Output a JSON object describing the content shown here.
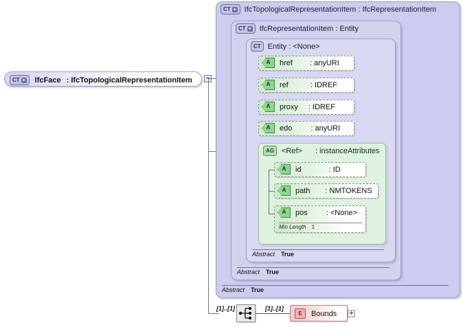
{
  "diagram": {
    "kind": "xsd-schema-diagram",
    "colors": {
      "container_fill": "#ccccee",
      "container_border": "#9d9dc6",
      "attribute_fill": "#cdebcd",
      "attribute_border": "#8a8a8a",
      "group_fill": "#dff1df",
      "element_fill": "#f4c9c9",
      "facet_value": "#d03a1a",
      "connector": "#6f6f96"
    }
  },
  "root_node": {
    "badge": "CT",
    "badge_icon": "plus",
    "name": "IfcFace",
    "type": ": IfcTopologicalRepresentationItem",
    "expander": "−"
  },
  "containers": {
    "outer": {
      "badge": "CT",
      "badge_icon": "plus",
      "title": "IfcTopologicalRepresentationItem : IfcRepresentationItem",
      "abstract_label": "Abstract",
      "abstract_value": "True"
    },
    "middle": {
      "badge": "CT",
      "badge_icon": "plus",
      "title": "IfcRepresentationItem : Entity",
      "abstract_label": "Abstract",
      "abstract_value": "True"
    },
    "inner": {
      "badge": "CT",
      "badge_icon": "none",
      "title": "Entity      : <None>",
      "abstract_label": "Abstract",
      "abstract_value": "True"
    }
  },
  "attributes": [
    {
      "badge": "A",
      "name": "href",
      "type": ": anyURI"
    },
    {
      "badge": "A",
      "name": "ref",
      "type": ": IDREF"
    },
    {
      "badge": "A",
      "name": "proxy",
      "type": ": IDREF"
    },
    {
      "badge": "A",
      "name": "edo",
      "type": ": anyURI"
    }
  ],
  "attribute_group": {
    "badge": "AG",
    "name": "<Ref>",
    "type": ": instanceAttributes",
    "attributes": [
      {
        "badge": "A",
        "name": "id",
        "type": ": ID",
        "facet": null
      },
      {
        "badge": "A",
        "name": "path",
        "type": ": NMTOKENS",
        "facet": null
      },
      {
        "badge": "A",
        "name": "pos",
        "type": ": <None>",
        "facet": {
          "label": "Min Length",
          "value": "1"
        }
      }
    ]
  },
  "content_model": {
    "left_cardinality": "[1]..[1]",
    "compositor": "sequence-icon",
    "right_cardinality": "[1]..[1]",
    "element": {
      "badge": "E",
      "name": "Bounds",
      "expander": "+"
    }
  }
}
